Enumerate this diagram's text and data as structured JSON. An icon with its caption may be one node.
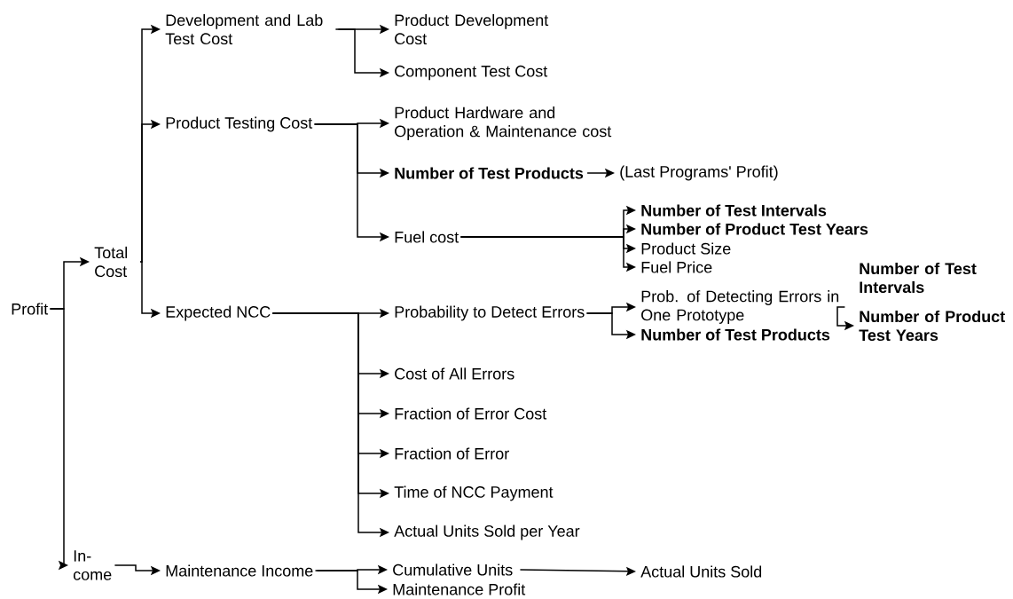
{
  "diagram": {
    "nodes": [
      {
        "text": [
          "Profit"
        ]
      },
      {
        "text": [
          "Total Cost"
        ]
      },
      {
        "text": [
          "In- come"
        ]
      },
      {
        "text": [
          "Development and Lab Test Cost"
        ]
      },
      {
        "text": [
          "Product Testing Cost"
        ]
      },
      {
        "text": [
          "Expected NCC"
        ]
      },
      {
        "text": [
          "Product Development Cost"
        ]
      },
      {
        "text": [
          "Component Test Cost"
        ]
      },
      {
        "text": [
          "Product Hardware and Operation & Maintenance cost"
        ]
      },
      {
        "text": [
          "Number of Test Products"
        ]
      },
      {
        "text": [
          "(Last Programs' Profit)"
        ]
      },
      {
        "text": [
          "Fuel cost"
        ]
      },
      {
        "text": [
          "Number of Test Intervals"
        ]
      },
      {
        "text": [
          "Number of Product Test Years"
        ]
      },
      {
        "text": [
          "Product Size"
        ]
      },
      {
        "text": [
          "Fuel Price"
        ]
      },
      {
        "text": [
          "Probability to Detect Errors"
        ]
      },
      {
        "text": [
          "Prob. of Detecting Errors in One Prototype"
        ]
      },
      {
        "text": [
          "Number of Test Products"
        ]
      },
      {
        "text": [
          "Number of Test Intervals"
        ]
      },
      {
        "text": [
          "Number of Product Test Years"
        ]
      },
      {
        "text": [
          "Cost of All Errors"
        ]
      },
      {
        "text": [
          "Fraction of Error Cost"
        ]
      },
      {
        "text": [
          "Fraction of Error"
        ]
      },
      {
        "text": [
          "Time of NCC Payment"
        ]
      },
      {
        "text": [
          "Actual Units Sold per Year"
        ]
      },
      {
        "text": [
          "Maintenance Income"
        ]
      },
      {
        "text": [
          "Cumulative Units"
        ]
      },
      {
        "text": [
          "Maintenance Profit"
        ]
      },
      {
        "text": [
          "Actual Units Sold"
        ]
      }
    ],
    "edges": [
      {
        "from": 0,
        "to": 1,
        "arrow": "to"
      },
      {
        "from": 0,
        "to": 2,
        "arrow": "to"
      },
      {
        "from": 1,
        "to": 3,
        "arrow": "to"
      },
      {
        "from": 1,
        "to": 4,
        "arrow": "to"
      },
      {
        "from": 1,
        "to": 5,
        "arrow": "to"
      },
      {
        "from": 3,
        "to": 6,
        "arrow": "to"
      },
      {
        "from": 3,
        "to": 7,
        "arrow": "to"
      },
      {
        "from": 4,
        "to": 8,
        "arrow": "to"
      },
      {
        "from": 4,
        "to": 9,
        "arrow": "to"
      },
      {
        "from": 4,
        "to": 11,
        "arrow": "to"
      },
      {
        "from": 9,
        "to": 10,
        "arrow": "to"
      },
      {
        "from": 11,
        "to": 12,
        "arrow": "to"
      },
      {
        "from": 11,
        "to": 13,
        "arrow": "to"
      },
      {
        "from": 11,
        "to": 14,
        "arrow": "to"
      },
      {
        "from": 11,
        "to": 15,
        "arrow": "to"
      },
      {
        "from": 5,
        "to": 16,
        "arrow": "to"
      },
      {
        "from": 5,
        "to": 21,
        "arrow": "to"
      },
      {
        "from": 5,
        "to": 22,
        "arrow": "to"
      },
      {
        "from": 5,
        "to": 23,
        "arrow": "to"
      },
      {
        "from": 5,
        "to": 24,
        "arrow": "to"
      },
      {
        "from": 5,
        "to": 25,
        "arrow": "to"
      },
      {
        "from": 16,
        "to": 17,
        "arrow": "to"
      },
      {
        "from": 16,
        "to": 18,
        "arrow": "to"
      },
      {
        "from": 17,
        "to": 20,
        "arrow": "to"
      },
      {
        "from": 2,
        "to": 26,
        "arrow": "to"
      },
      {
        "from": 26,
        "to": 27,
        "arrow": "to"
      },
      {
        "from": 26,
        "to": 28,
        "arrow": "to"
      },
      {
        "from": 27,
        "to": 29,
        "arrow": "to"
      }
    ]
  }
}
